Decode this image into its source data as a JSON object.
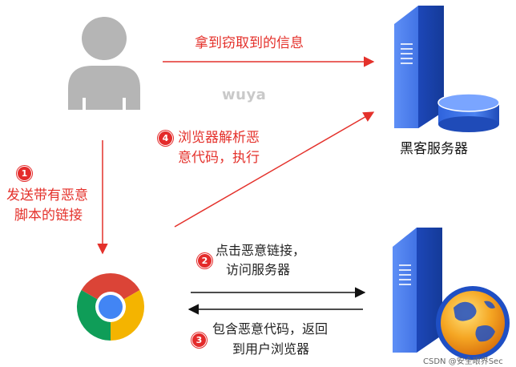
{
  "nodes": {
    "hacker_label": "黑客服务器"
  },
  "steps": [
    {
      "badge": "1",
      "lines": [
        "发送带有恶意",
        "脚本的链接"
      ]
    },
    {
      "badge": "2",
      "lines": [
        "点击恶意链接，",
        "访问服务器"
      ]
    },
    {
      "badge": "3",
      "lines": [
        "包含恶意代码，返回",
        "到用户浏览器"
      ]
    },
    {
      "badge": "4",
      "lines": [
        "浏览器解析恶",
        "意代码，执行"
      ]
    }
  ],
  "stolen_label": "拿到窃取到的信息",
  "watermark": "wuya",
  "credit": "CSDN @安全眼界Sec",
  "colors": {
    "red_arrow": "#e4312b",
    "server_blue": "#2a5fd9",
    "user_gray": "#b5b5b5"
  },
  "icons": {
    "user": "user-silhouette-icon",
    "browser": "chrome-browser-icon",
    "hacker_server": "server-database-icon",
    "web_server": "server-globe-icon"
  }
}
